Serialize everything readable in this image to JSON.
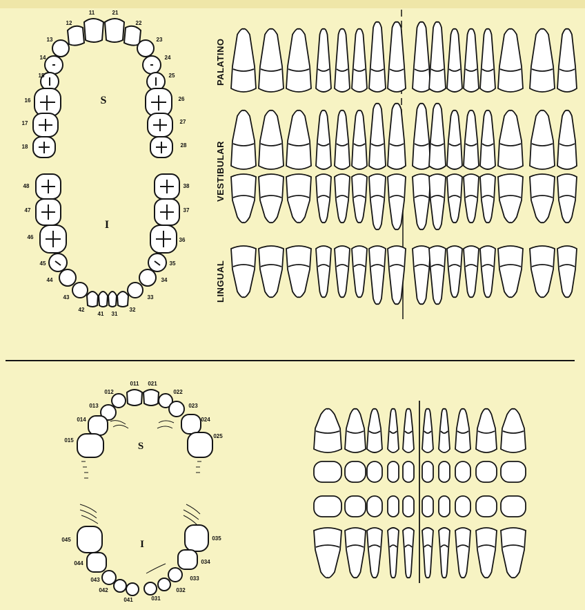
{
  "colors": {
    "paper": "#f7f3c3",
    "ink": "#151515",
    "tooth_fill": "#ffffff"
  },
  "permanent": {
    "upper_letter": "S",
    "lower_letter": "I",
    "upper_numbers": [
      "11",
      "21",
      "12",
      "22",
      "13",
      "23",
      "14",
      "24",
      "15",
      "25",
      "16",
      "26",
      "17",
      "27",
      "18",
      "28"
    ],
    "lower_numbers": [
      "48",
      "38",
      "47",
      "37",
      "46",
      "36",
      "45",
      "35",
      "44",
      "34",
      "43",
      "33",
      "42",
      "32",
      "41",
      "31"
    ],
    "view_labels": {
      "palatal": "PALATINO",
      "buccal": "VESTIBULAR",
      "lingual": "LINGUAL"
    }
  },
  "deciduous": {
    "upper_letter": "S",
    "lower_letter": "I",
    "upper_numbers": [
      "011",
      "021",
      "012",
      "022",
      "013",
      "023",
      "014",
      "024",
      "015",
      "025"
    ],
    "lower_numbers": [
      "045",
      "035",
      "044",
      "034",
      "043",
      "033",
      "042",
      "032",
      "041",
      "031"
    ]
  }
}
